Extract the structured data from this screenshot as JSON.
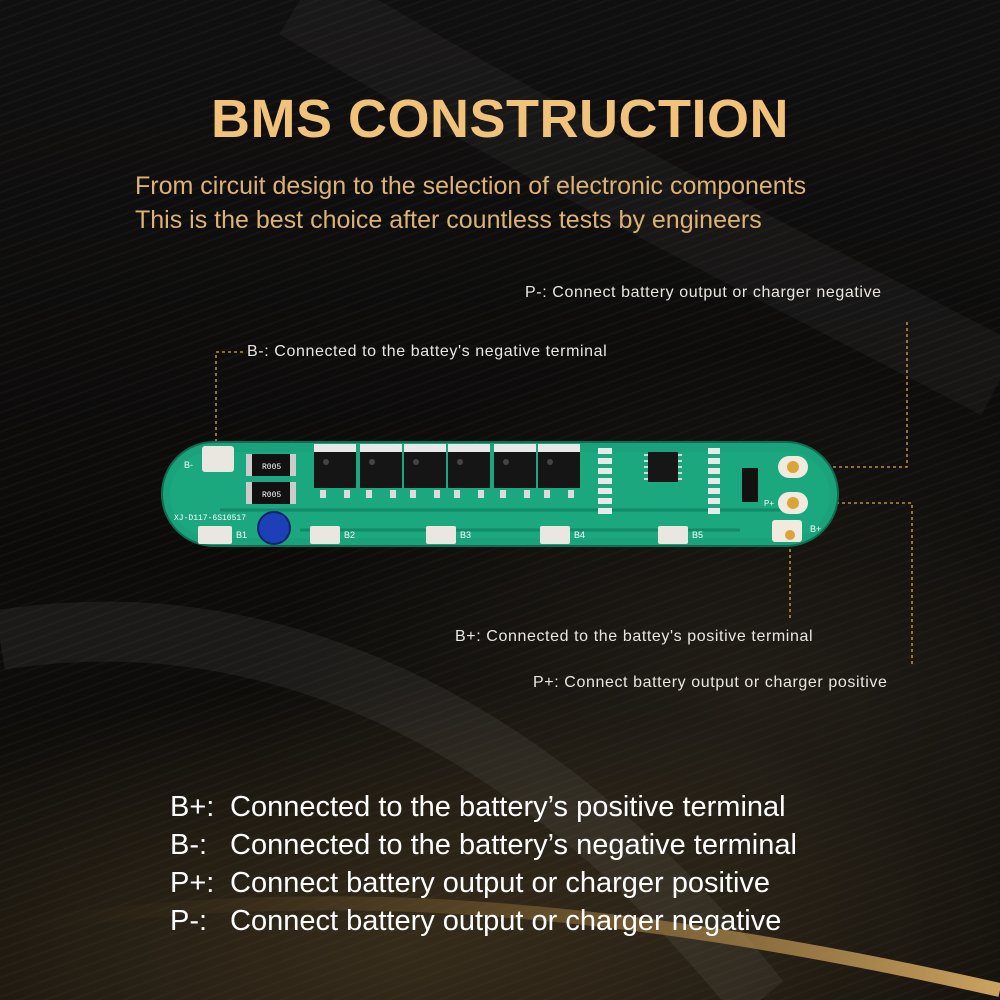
{
  "header": {
    "title": "BMS CONSTRUCTION",
    "subtitle_line1": "From circuit design to the selection of electronic components",
    "subtitle_line2": "This is the best choice after countless tests by engineers"
  },
  "callouts": {
    "p_minus": "P-: Connect battery output or charger negative",
    "b_minus": "B-: Connected to the battey's negative terminal",
    "b_plus": "B+: Connected to the battey's positive terminal",
    "p_plus": "P+: Connect battery output or charger positive"
  },
  "board": {
    "silkscreen_code": "XJ-D117-6S10517",
    "resistor_1": "R005",
    "resistor_2": "R005",
    "pad_b_minus": "B-",
    "pad_b1": "B1",
    "pad_b2": "B2",
    "pad_b3": "B3",
    "pad_b4": "B4",
    "pad_b5": "B5",
    "pad_b_plus": "B+",
    "pad_p_plus": "P+",
    "pcb_color": "#1aa37a",
    "leader_color": "#d9a84a"
  },
  "bottom_list": [
    {
      "key": "B+:",
      "text": "Connected to the battery’s positive terminal"
    },
    {
      "key": "B-:",
      "text": "Connected to the battery’s negative terminal"
    },
    {
      "key": "P+:",
      "text": "Connect battery output or charger positive"
    },
    {
      "key": "P-:",
      "text": "Connect battery output or charger negative"
    }
  ]
}
